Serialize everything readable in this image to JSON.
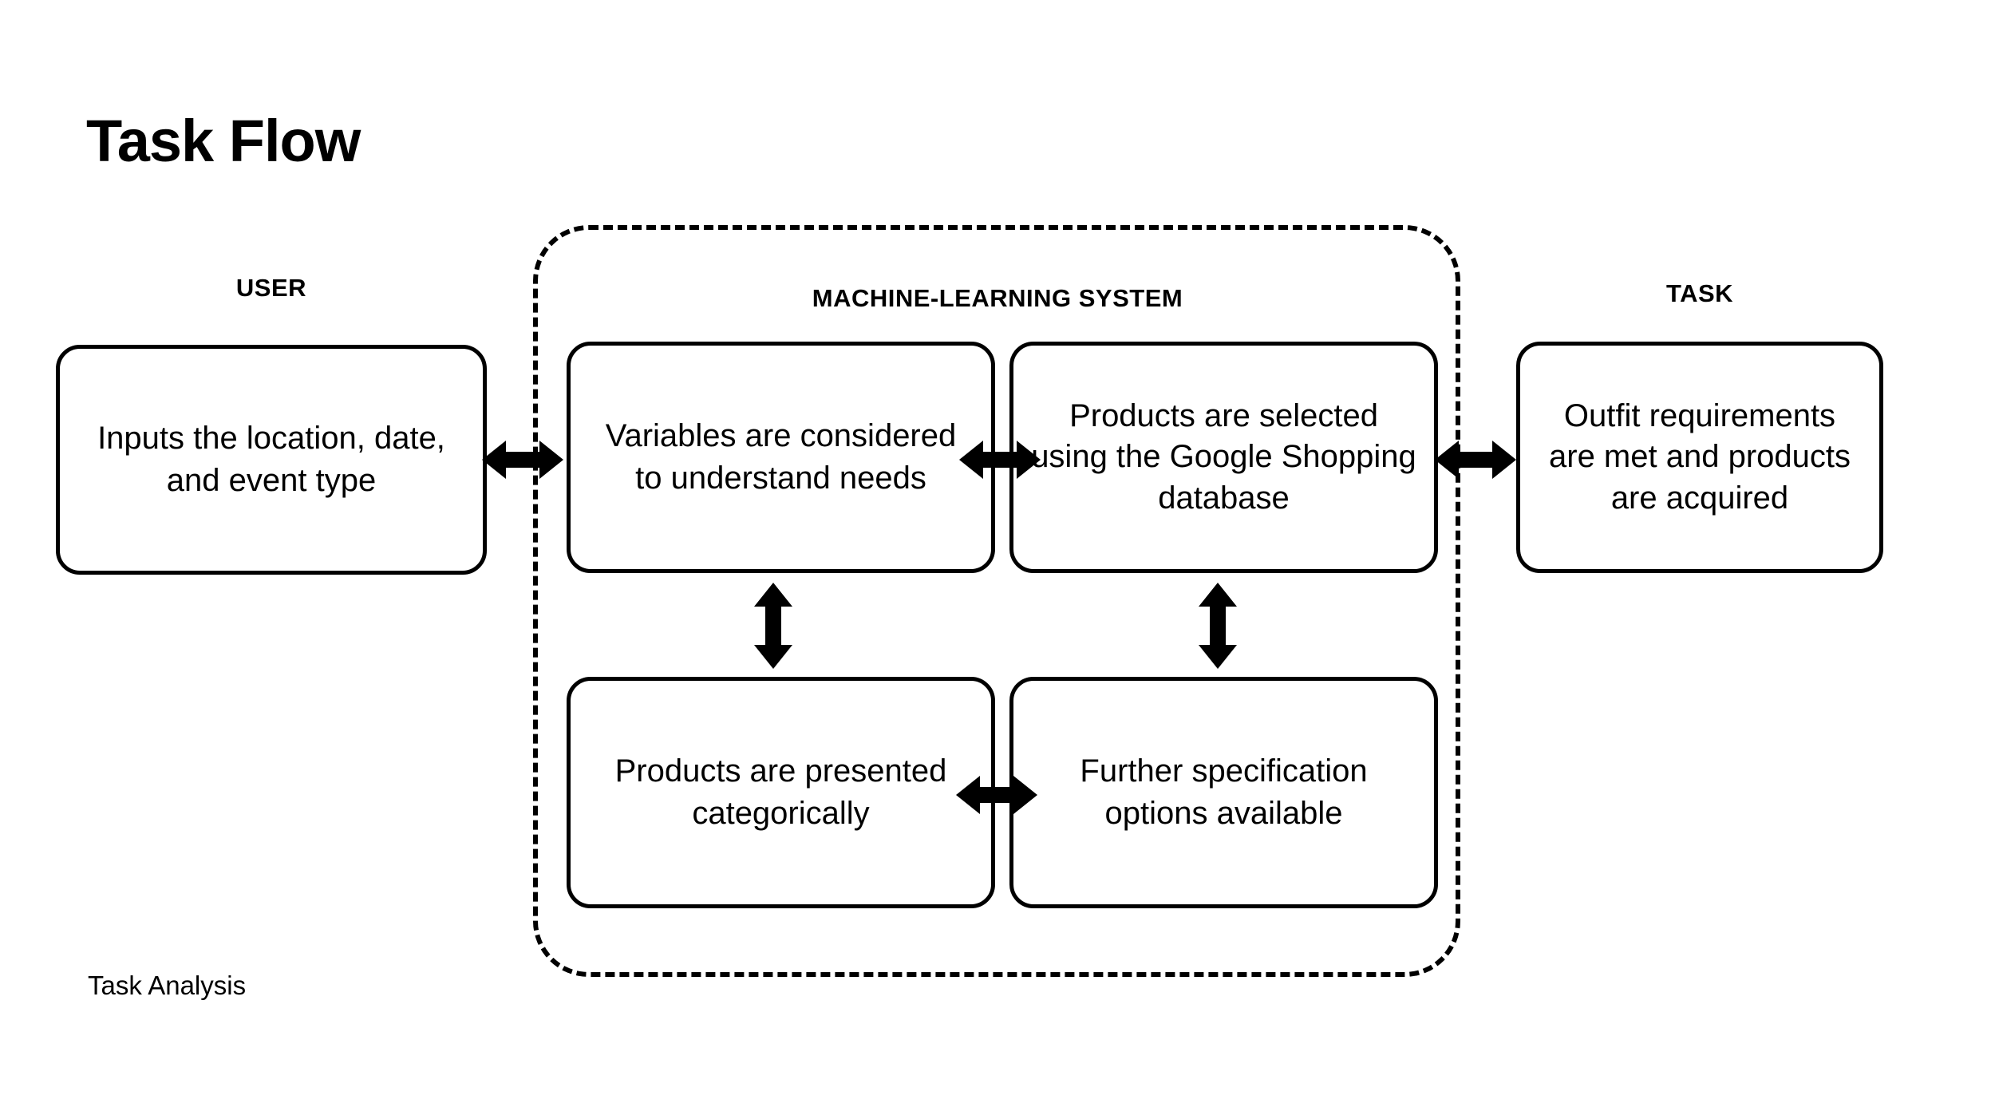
{
  "title": "Task Flow",
  "footer": "Task Analysis",
  "colors": {
    "stroke": "#000000",
    "background": "#ffffff",
    "text": "#000000"
  },
  "groups": {
    "user_label": "USER",
    "system_label": "MACHINE-LEARNING SYSTEM",
    "task_label": "TASK"
  },
  "nodes": {
    "user_input": "Inputs the location, date, and event type",
    "ml_variables": "Variables are considered to understand needs",
    "ml_products": "Products are selected using the Google Shopping database",
    "ml_presented": "Products are presented categorically",
    "ml_further": "Further specification options available",
    "task_outcome": "Outfit requirements are met and products are acquired"
  },
  "connectors": [
    {
      "name": "user-to-ml",
      "direction": "horizontal",
      "heads": "both"
    },
    {
      "name": "ml-variables-to-ml-products",
      "direction": "horizontal",
      "heads": "both"
    },
    {
      "name": "ml-to-task",
      "direction": "horizontal",
      "heads": "both"
    },
    {
      "name": "ml-presented-to-ml-further",
      "direction": "horizontal",
      "heads": "both"
    },
    {
      "name": "ml-variables-to-ml-presented",
      "direction": "vertical",
      "heads": "both"
    },
    {
      "name": "ml-products-to-ml-further",
      "direction": "vertical",
      "heads": "both"
    }
  ]
}
